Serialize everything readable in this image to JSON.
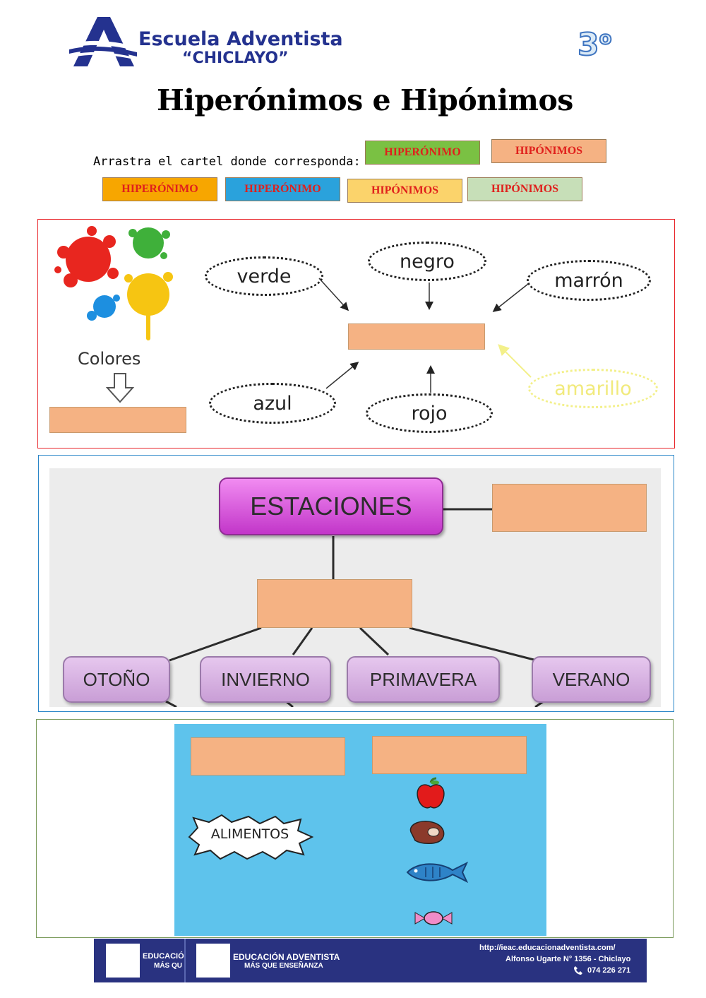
{
  "header": {
    "school_name": "Escuela Adventista",
    "school_city": "“CHICLAYO”",
    "grade": "3",
    "grade_sup": "o",
    "title": "Hiperónimos e Hipónimos",
    "instruction": "Arrastra el cartel donde corresponda:"
  },
  "cards": [
    {
      "label": "HIPERÓNIMO",
      "color": "#7ac143"
    },
    {
      "label": "HIPÓNIMOS",
      "color": "#f5b283"
    },
    {
      "label": "HIPERÓNIMO",
      "color": "#f7a600"
    },
    {
      "label": "HIPERÓNIMO",
      "color": "#2aa2dc"
    },
    {
      "label": "HIPÓNIMOS",
      "color": "#fbd36b"
    },
    {
      "label": "HIPÓNIMOS",
      "color": "#c7dfb8"
    }
  ],
  "colors_section": {
    "caption": "Colores",
    "words": {
      "verde": "verde",
      "negro": "negro",
      "marron": "marrón",
      "azul": "azul",
      "rojo": "rojo",
      "amarillo": "amarillo"
    }
  },
  "seasons_section": {
    "main": "ESTACIONES",
    "seasons": [
      "OTOÑO",
      "INVIERNO",
      "PRIMAVERA",
      "VERANO"
    ]
  },
  "food_section": {
    "label": "ALIMENTOS"
  },
  "footer": {
    "org_line1": "EDUCACIÓN ADVENTISTA",
    "org_line2": "MÁS QUE ENSEÑANZA",
    "org_line1_clip": "EDUCACIÓ",
    "org_line2_clip": "MÁS QU",
    "url": "http://ieac.educacionadventista.com/",
    "address": "Alfonso Ugarte N° 1356 - Chiclayo",
    "phone": "074 226 271"
  },
  "theme": {
    "frame1": "#e8262b",
    "frame2": "#2a86c8",
    "frame3": "#7a9a5a",
    "brand": "#24328f"
  }
}
